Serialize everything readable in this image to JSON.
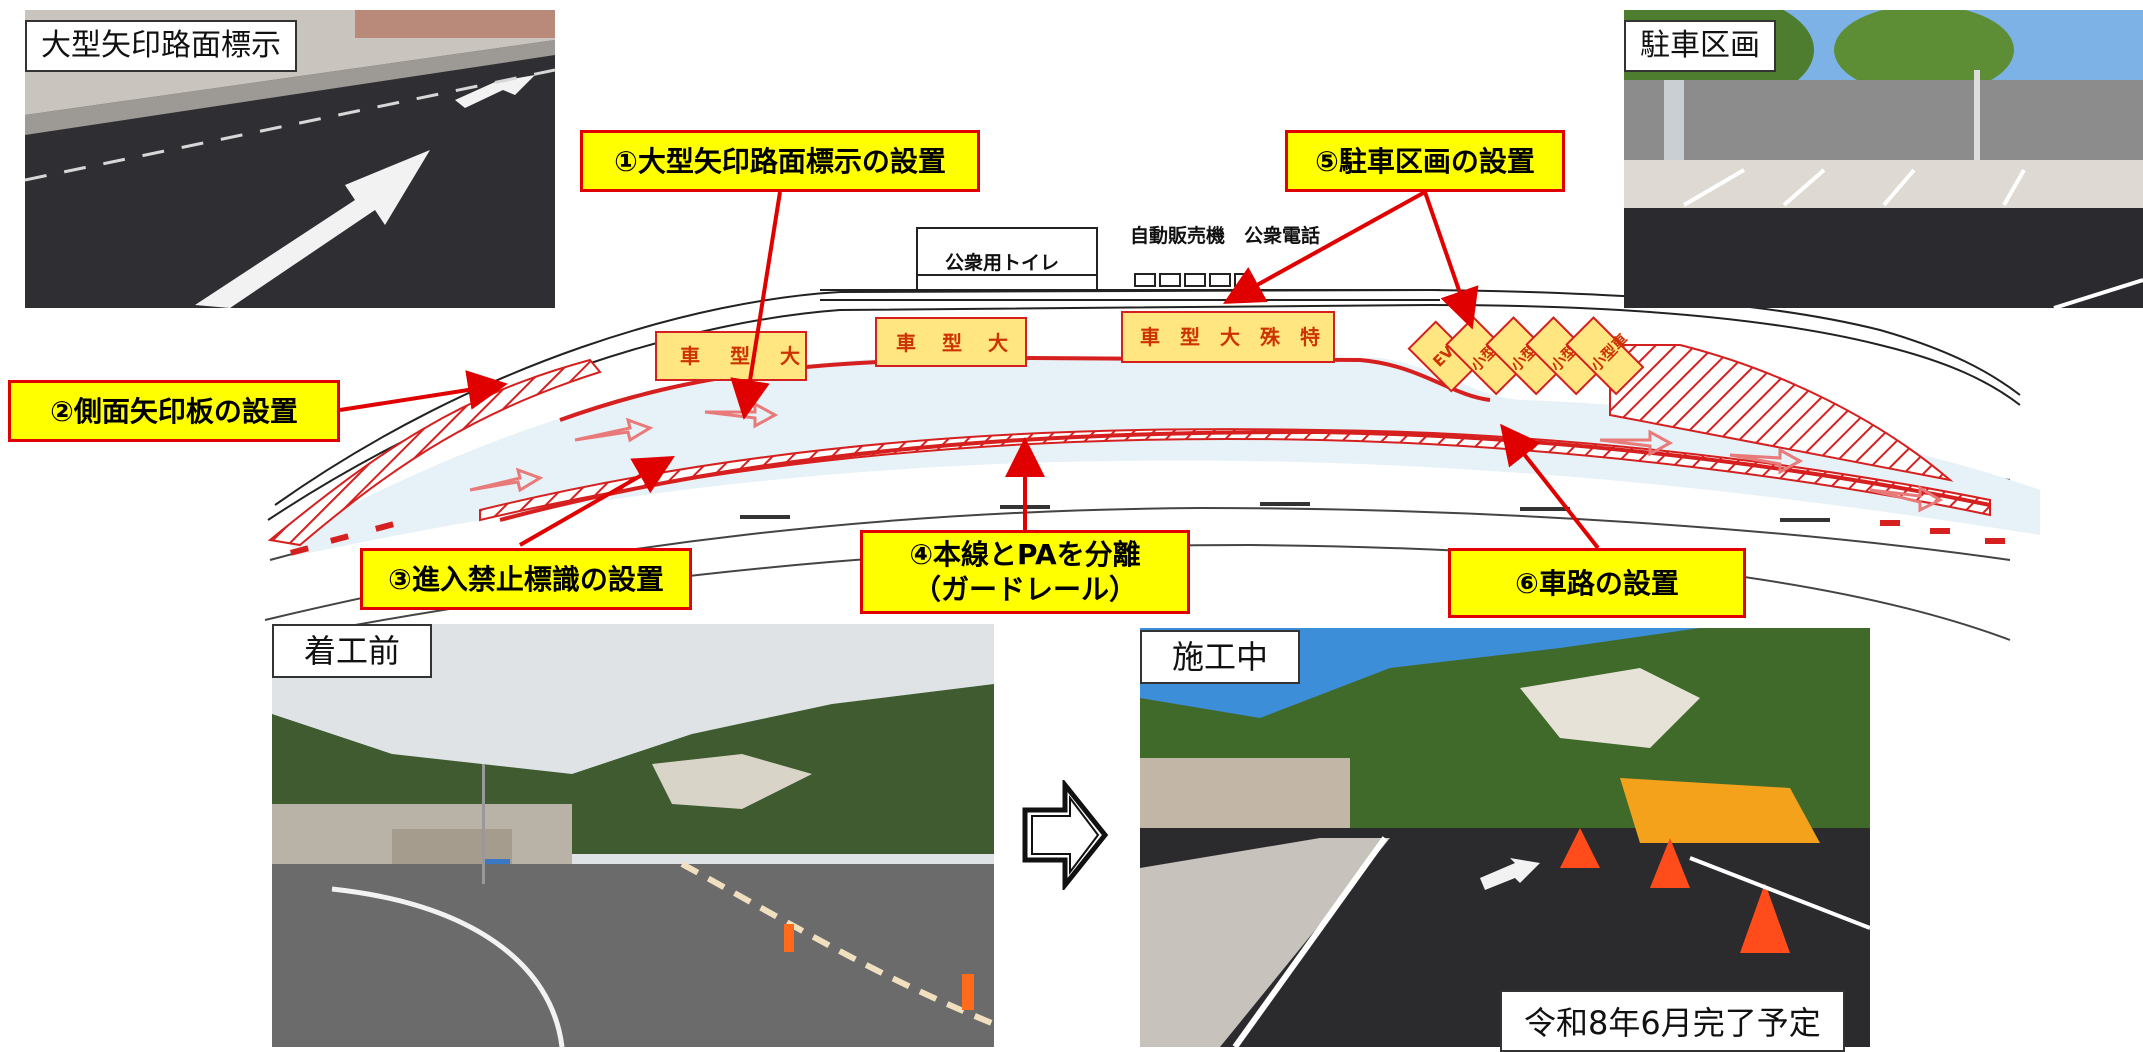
{
  "photos": {
    "arrow_marking": "大型矢印路面標示",
    "parking": "駐車区画",
    "before": "着工前",
    "during": "施工中"
  },
  "callouts": {
    "c1": "①大型矢印路面標示の設置",
    "c2": "②側面矢印板の設置",
    "c3": "③進入禁止標識の設置",
    "c4_line1": "④本線とPAを分離",
    "c4_line2": "（ガードレール）",
    "c5": "⑤駐車区画の設置",
    "c6": "⑥車路の設置"
  },
  "plan": {
    "toilet": "公衆用トイレ",
    "vending_phone": "自動販売機　公衆電話",
    "stalls_large_1": [
      "大",
      "型",
      "車"
    ],
    "stalls_large_2": [
      "大",
      "型",
      "車"
    ],
    "stalls_special": [
      "特",
      "殊",
      "大",
      "型",
      "車"
    ],
    "stalls_small": [
      "EV",
      "小型車",
      "小型車",
      "小型車",
      "小型車"
    ]
  },
  "completion_note": "令和8年6月完了予定",
  "colors": {
    "callout_fill": "#ffff00",
    "callout_border": "#e00000",
    "arrow_red": "#e00000",
    "stall_fill": "#ffe680",
    "hatch": "#d62020"
  },
  "icons": {
    "transition": "hollow-right-arrow-icon"
  }
}
